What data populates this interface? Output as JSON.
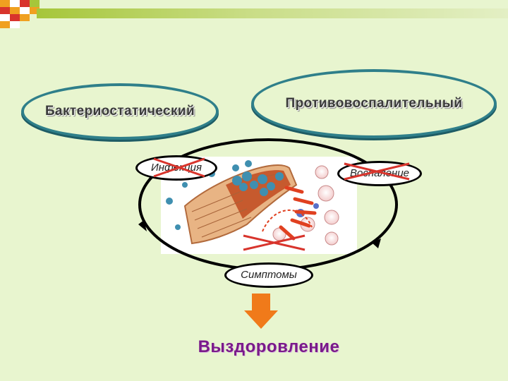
{
  "diagram": {
    "oval_left_label": "Бактериостатический",
    "oval_right_label": "Противовоспалительный",
    "node_infection": "Инфекция",
    "node_inflammation": "Воспаление",
    "node_symptoms": "Симптомы",
    "outcome_label": "Выздоровление",
    "colors": {
      "background": "#e8f5cf",
      "oval_border": "#2f7f8a",
      "cycle_line": "#000000",
      "cross": "#d8342c",
      "arrow": "#f07a1a",
      "outcome_text": "#7a1a8a"
    },
    "icons": [
      "decor-checker",
      "tissue-illustration",
      "down-arrow-icon",
      "cross-out-mark"
    ]
  }
}
